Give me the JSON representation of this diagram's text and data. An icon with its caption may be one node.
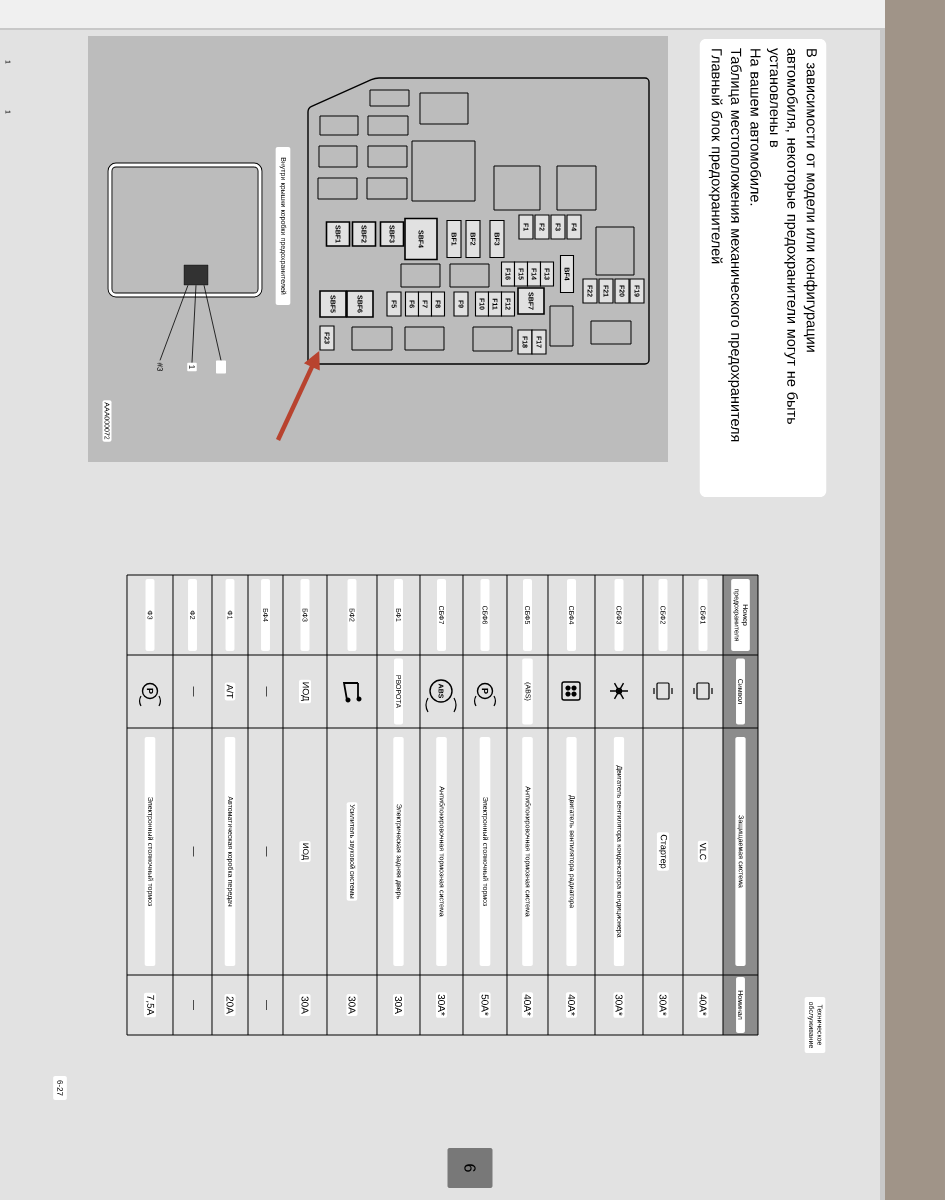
{
  "diagram": {
    "nodes": [
      {
        "text": [
          "В зависимости от модели или конфигурации",
          "автомобиля, некоторые предохранители могут не быть установлены в",
          "На вашем автомобиле.",
          "Таблица местоположения механического предохранителя",
          "Главный блок предохранителей"
        ]
      },
      {
        "text": [],
        "shape": "box"
      },
      {
        "text": [
          "SBF1"
        ],
        "in": 1
      },
      {
        "text": [
          "SBF2"
        ],
        "in": 1
      },
      {
        "text": [
          "SBF3"
        ],
        "in": 1
      },
      {
        "text": [
          "SBF4"
        ],
        "in": 1
      },
      {
        "text": [
          "BF1"
        ],
        "in": 1
      },
      {
        "text": [
          "BF2"
        ],
        "in": 1
      },
      {
        "text": [
          "BF3"
        ],
        "in": 1
      },
      {
        "text": [
          "F1"
        ],
        "in": 1
      },
      {
        "text": [
          "F2"
        ],
        "in": 1
      },
      {
        "text": [
          "F3"
        ],
        "in": 1
      },
      {
        "text": [
          "F4"
        ],
        "in": 1
      },
      {
        "text": [
          "F16"
        ],
        "in": 1
      },
      {
        "text": [
          "F15"
        ],
        "in": 1
      },
      {
        "text": [
          "F14"
        ],
        "in": 1
      },
      {
        "text": [
          "F13"
        ],
        "in": 1
      },
      {
        "text": [
          "BF4"
        ],
        "in": 1
      },
      {
        "text": [
          "F22"
        ],
        "in": 1
      },
      {
        "text": [
          "F21"
        ],
        "in": 1
      },
      {
        "text": [
          "F20"
        ],
        "in": 1
      },
      {
        "text": [
          "F19"
        ],
        "in": 1
      },
      {
        "text": [
          "SBF5"
        ],
        "in": 1
      },
      {
        "text": [
          "SBF6"
        ],
        "in": 1
      },
      {
        "text": [
          "F5"
        ],
        "in": 1
      },
      {
        "text": [
          "F6"
        ],
        "in": 1
      },
      {
        "text": [
          "F7"
        ],
        "in": 1
      },
      {
        "text": [
          "F8"
        ],
        "in": 1
      },
      {
        "text": [
          "F9"
        ],
        "in": 1
      },
      {
        "text": [
          "F10"
        ],
        "in": 1
      },
      {
        "text": [
          "F11"
        ],
        "in": 1
      },
      {
        "text": [
          "F12"
        ],
        "in": 1
      },
      {
        "text": [
          "SBF7"
        ],
        "in": 1
      },
      {
        "text": [
          "F23"
        ],
        "in": 1
      },
      {
        "text": [
          "F18"
        ],
        "in": 1
      },
      {
        "text": [
          "F17"
        ],
        "in": 1
      },
      {
        "text": [],
        "shape": "box"
      },
      {
        "text": [],
        "shape": "box",
        "in": 36
      },
      {
        "text": [
          "#3"
        ]
      },
      {
        "text": [
          "1"
        ]
      },
      {
        "text": [],
        "shape": "box"
      }
    ],
    "edges": [
      {
        "from": 38,
        "to": 37,
        "arrow": "none"
      },
      {
        "from": 39,
        "to": 37,
        "arrow": "none"
      },
      {
        "from": 40,
        "to": 37,
        "arrow": "none"
      },
      {
        "from": null,
        "to": 33,
        "arrow": "to",
        "style": "thick",
        "color": "#b8432f"
      }
    ],
    "labels": [
      "1",
      "1",
      "Внутри крышки коробки предохранителей",
      "AAA000072",
      "Номер предохранителя",
      "Символ",
      "Защищаемая система",
      "Номинал",
      "СБФ1",
      "VLC",
      "40A*",
      "СБФ2",
      "Стартер",
      "30A*",
      "СБФ3",
      "Двигатель вентилятора конденсатора кондиционера",
      "30A*",
      "СБФ4",
      "Двигатель вентилятора радиатора",
      "40A*",
      "СБФ5",
      "(ABS)",
      "Антиблокировочная тормозная система",
      "40A*",
      "СБФ6",
      "P",
      "Электронный стояночный тормоз",
      "50A*",
      "СБФ7",
      "ABS",
      "Антиблокировочная тормозная система",
      "30A*",
      "БФ1",
      "РВОРОТА",
      "Электрическая задняя дверь",
      "30A",
      "БФ2",
      "Усилитель звуковой системы",
      "30A",
      "БФ3",
      "ИОД",
      "ИОД",
      "30A",
      "БФ4",
      "—",
      "—",
      "—",
      "Ф1",
      "А/Т",
      "Автоматическая коробка передач",
      "20A",
      "Ф2",
      "—",
      "—",
      "—",
      "Ф3",
      "P",
      "Электронный стояночный тормоз",
      "7,5A",
      "Техническое обслуживание",
      "6-27",
      "6"
    ]
  }
}
